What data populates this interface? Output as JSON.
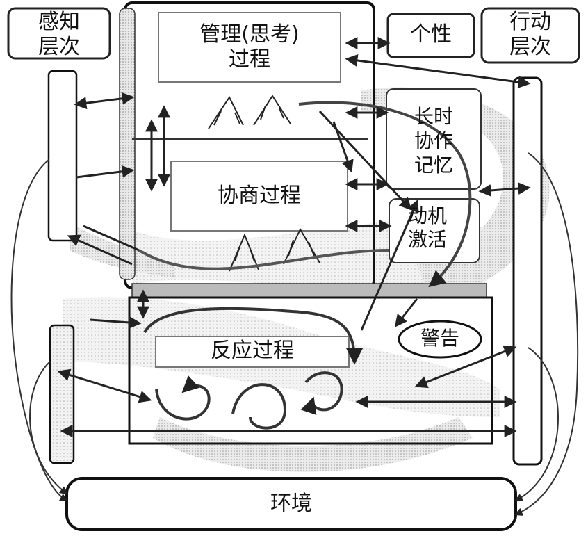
{
  "labels": {
    "perception": [
      "感知",
      "层次"
    ],
    "action": [
      "行动",
      "层次"
    ],
    "personality": "个性",
    "management": [
      "管理(思考)",
      "过程"
    ],
    "deliberation": "协商过程",
    "longterm_memory": [
      "长时",
      "协作",
      "记忆"
    ],
    "motivation": [
      "动机",
      "激活"
    ],
    "reactive": "反应过程",
    "alarm": "警告",
    "environment": "环境"
  }
}
